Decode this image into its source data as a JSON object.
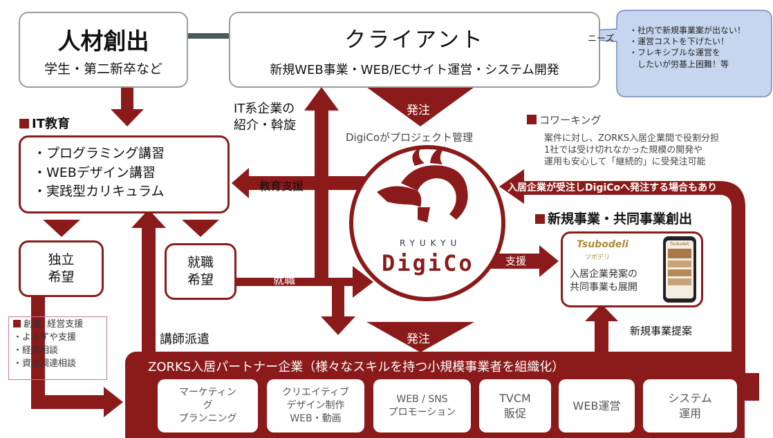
{
  "jinzai": {
    "title": "人材創出",
    "subtitle": "学生・第二新卒など"
  },
  "client": {
    "title": "クライアント",
    "subtitle": "新規WEB事業・WEB/ECサイト運営・システム開発"
  },
  "needs": {
    "label": "ニーズ",
    "items": [
      "・社内で新規事業案が出ない！",
      "・運営コストを下げたい！",
      "・フレキシブルな運営を",
      "　したいが労基上困難！等"
    ]
  },
  "it_edu": {
    "header": "IT教育",
    "items": [
      "・プログラミング講習",
      "・WEBデザイン講習",
      "・実践型カリキュラム"
    ]
  },
  "it_intro": "IT系企業の\n紹介・斡旋",
  "order_top": "発注",
  "project_mgmt": "DigiCoがプロジェクト管理",
  "cowork": {
    "header": "コワーキング",
    "desc": "案件に対し、ZORKS入居企業間で役割分担\n1社では受け切れなかった規模の開発や\n運用も安心して「継続的」に受発注可能"
  },
  "edu_support": "教育支援",
  "reorder": "入居企業が受注しDigiCoへ発注する場合もあり",
  "new_biz": {
    "header": "新規事業・共同事業創出",
    "brand": "Tsubodeli",
    "brand_sub": "ツボデリ",
    "desc": "入居企業発案の\n共同事業も展開",
    "phone_title": "Tsubodeli"
  },
  "independent": "独立\n希望",
  "job_want": "就職\n希望",
  "job": "就職",
  "logo": {
    "top": "RYUKYU",
    "main": "DigiCo"
  },
  "support": "支援",
  "new_proposal": "新規事業提案",
  "founding": {
    "header": "創業, 経営支援",
    "items": [
      "・よろずや支援",
      "・経営相談",
      "・資金調達相談"
    ]
  },
  "dispatch": "講師派遣",
  "order_bottom": "発注",
  "zorks": "ZORKS入居パートナー企業（様々なスキルを持つ小規模事業者を組織化）",
  "skills": [
    "マーケティン\nグ\nプランニング",
    "クリエイティブ\nデザイン制作\nWEB・動画",
    "WEB / SNS\nプロモーション",
    "TVCM\n販促",
    "WEB運営",
    "システム\n運用"
  ],
  "colors": {
    "accent": "#8b1a1a",
    "connector": "#4a5a5a",
    "needs_bubble": "#c6d6ee"
  }
}
